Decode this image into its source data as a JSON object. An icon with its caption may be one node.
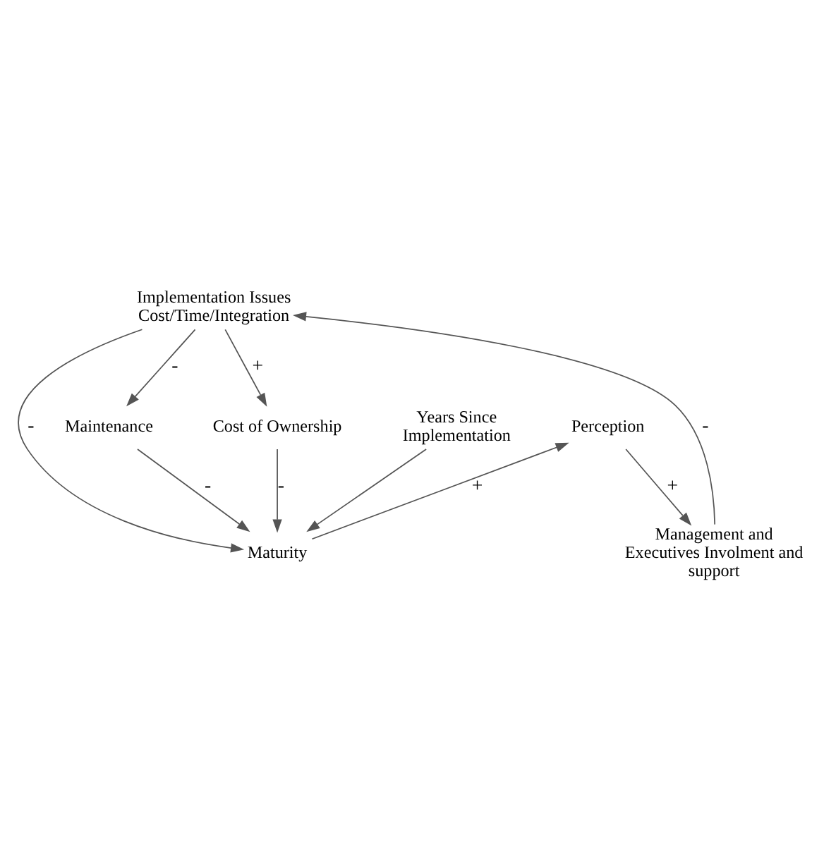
{
  "diagram": {
    "nodes": [
      {
        "text": [
          "Implementation Issues Cost/Time/Integration"
        ]
      },
      {
        "text": [
          "Management and Executives Involment and support"
        ]
      },
      {
        "text": [
          "Maintenance"
        ]
      },
      {
        "text": [
          "Perception"
        ]
      },
      {
        "text": [
          "Cost of Ownership"
        ]
      },
      {
        "text": [
          "Maturity"
        ]
      },
      {
        "text": [
          "Years Since Implementation"
        ]
      }
    ],
    "edges": [
      {
        "from": 1,
        "to": 0,
        "arrow": "to",
        "label": "-"
      },
      {
        "from": 0,
        "to": 2,
        "arrow": "to",
        "label": "-"
      },
      {
        "from": 0,
        "to": 4,
        "arrow": "to",
        "label": "+"
      },
      {
        "from": 0,
        "to": 5,
        "arrow": "to",
        "label": "-"
      },
      {
        "from": 3,
        "to": 1,
        "arrow": "to",
        "label": "+"
      },
      {
        "from": 4,
        "to": 5,
        "arrow": "to",
        "label": "-"
      },
      {
        "from": 2,
        "to": 5,
        "arrow": "to",
        "label": "-"
      },
      {
        "from": 5,
        "to": 3,
        "arrow": "to",
        "label": "+"
      },
      {
        "from": 6,
        "to": 5,
        "arrow": "to"
      }
    ]
  }
}
